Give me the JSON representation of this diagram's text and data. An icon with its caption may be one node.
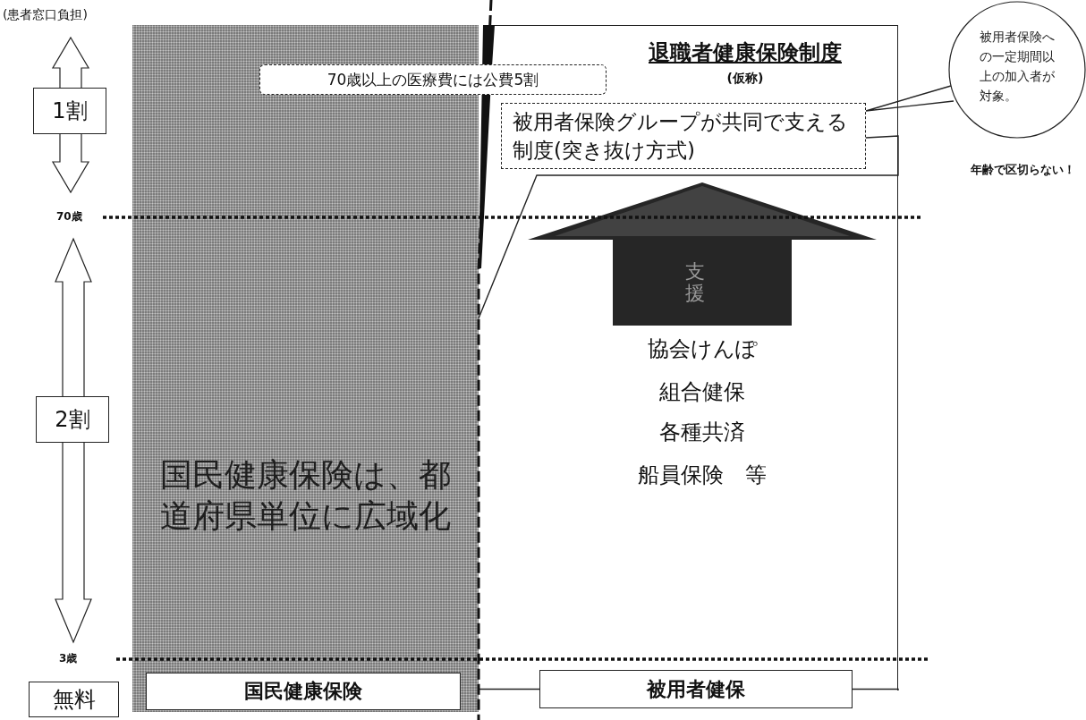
{
  "diagram": {
    "nodes": [
      {
        "text": [
          "国民健康保険は、都道府県単位に広域化"
        ]
      },
      {
        "text": [
          "国民健康保険"
        ],
        "in": 0
      },
      {
        "text": [
          "退職者健康保険制度",
          "(仮称)",
          "協会けんぽ",
          "組合健保",
          "各種共済",
          "船員保険　等"
        ]
      },
      {
        "text": [
          "被用者保険グループが共同で支える制度(突き抜け方式)"
        ],
        "in": 2
      },
      {
        "text": [
          "支援"
        ],
        "in": 2
      },
      {
        "text": [
          "被用者健保"
        ]
      },
      {
        "text": [
          "70歳以上の医療費には公費5割"
        ]
      },
      {
        "text": [
          "被用者保険への一定期間以上の加入者が対象。"
        ]
      },
      {
        "text": [
          "1割"
        ]
      },
      {
        "text": [
          "2割"
        ]
      },
      {
        "text": [
          "無料"
        ]
      }
    ],
    "edges": [
      {
        "from": 7,
        "to": 3,
        "arrow": "none"
      },
      {
        "from": 2,
        "to": 5,
        "arrow": "none"
      },
      {
        "from": 3,
        "to": 0,
        "arrow": "none"
      },
      {
        "from": 0,
        "to": 5,
        "arrow": "none"
      }
    ],
    "labels": [
      "(患者窓口負担)",
      "70歳",
      "3歳",
      "年齢で区切らない！"
    ]
  }
}
